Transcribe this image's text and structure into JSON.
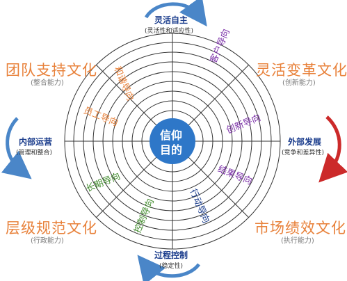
{
  "center": {
    "line1": "信仰",
    "line2": "目的"
  },
  "axes": {
    "top": {
      "title": "灵活自主",
      "sub": "(灵活性和适应性)"
    },
    "bottom": {
      "title": "过程控制",
      "sub": "(稳定性)"
    },
    "left": {
      "title": "内部运营",
      "sub": "(管理和整合)"
    },
    "right": {
      "title": "外部发展",
      "sub": "(竞争和差异性)"
    }
  },
  "quadrants": {
    "top_left": {
      "title": "团队支持文化",
      "sub": "(整合能力)"
    },
    "top_right": {
      "title": "灵活变革文化",
      "sub": "(创新能力)"
    },
    "bottom_left": {
      "title": "层级规范文化",
      "sub": "(行政能力)"
    },
    "bottom_right": {
      "title": "市场绩效文化",
      "sub": "(执行能力)"
    }
  },
  "orientations": {
    "harmony": "和谐导向",
    "employee": "员工导向",
    "customer": "客户导向",
    "innovation": "创新导向",
    "longterm": "长期导向",
    "control": "控制导向",
    "action": "行动导向",
    "result": "结果导向"
  },
  "colors": {
    "orange": "#e8813a",
    "purple": "#7b2fa8",
    "green": "#3f8a2b",
    "center_blue": "#2e77c8",
    "axis_blue": "#1a3c8c",
    "arrow_blue": "#4a86c8",
    "arrow_red": "#cc2a2a"
  }
}
